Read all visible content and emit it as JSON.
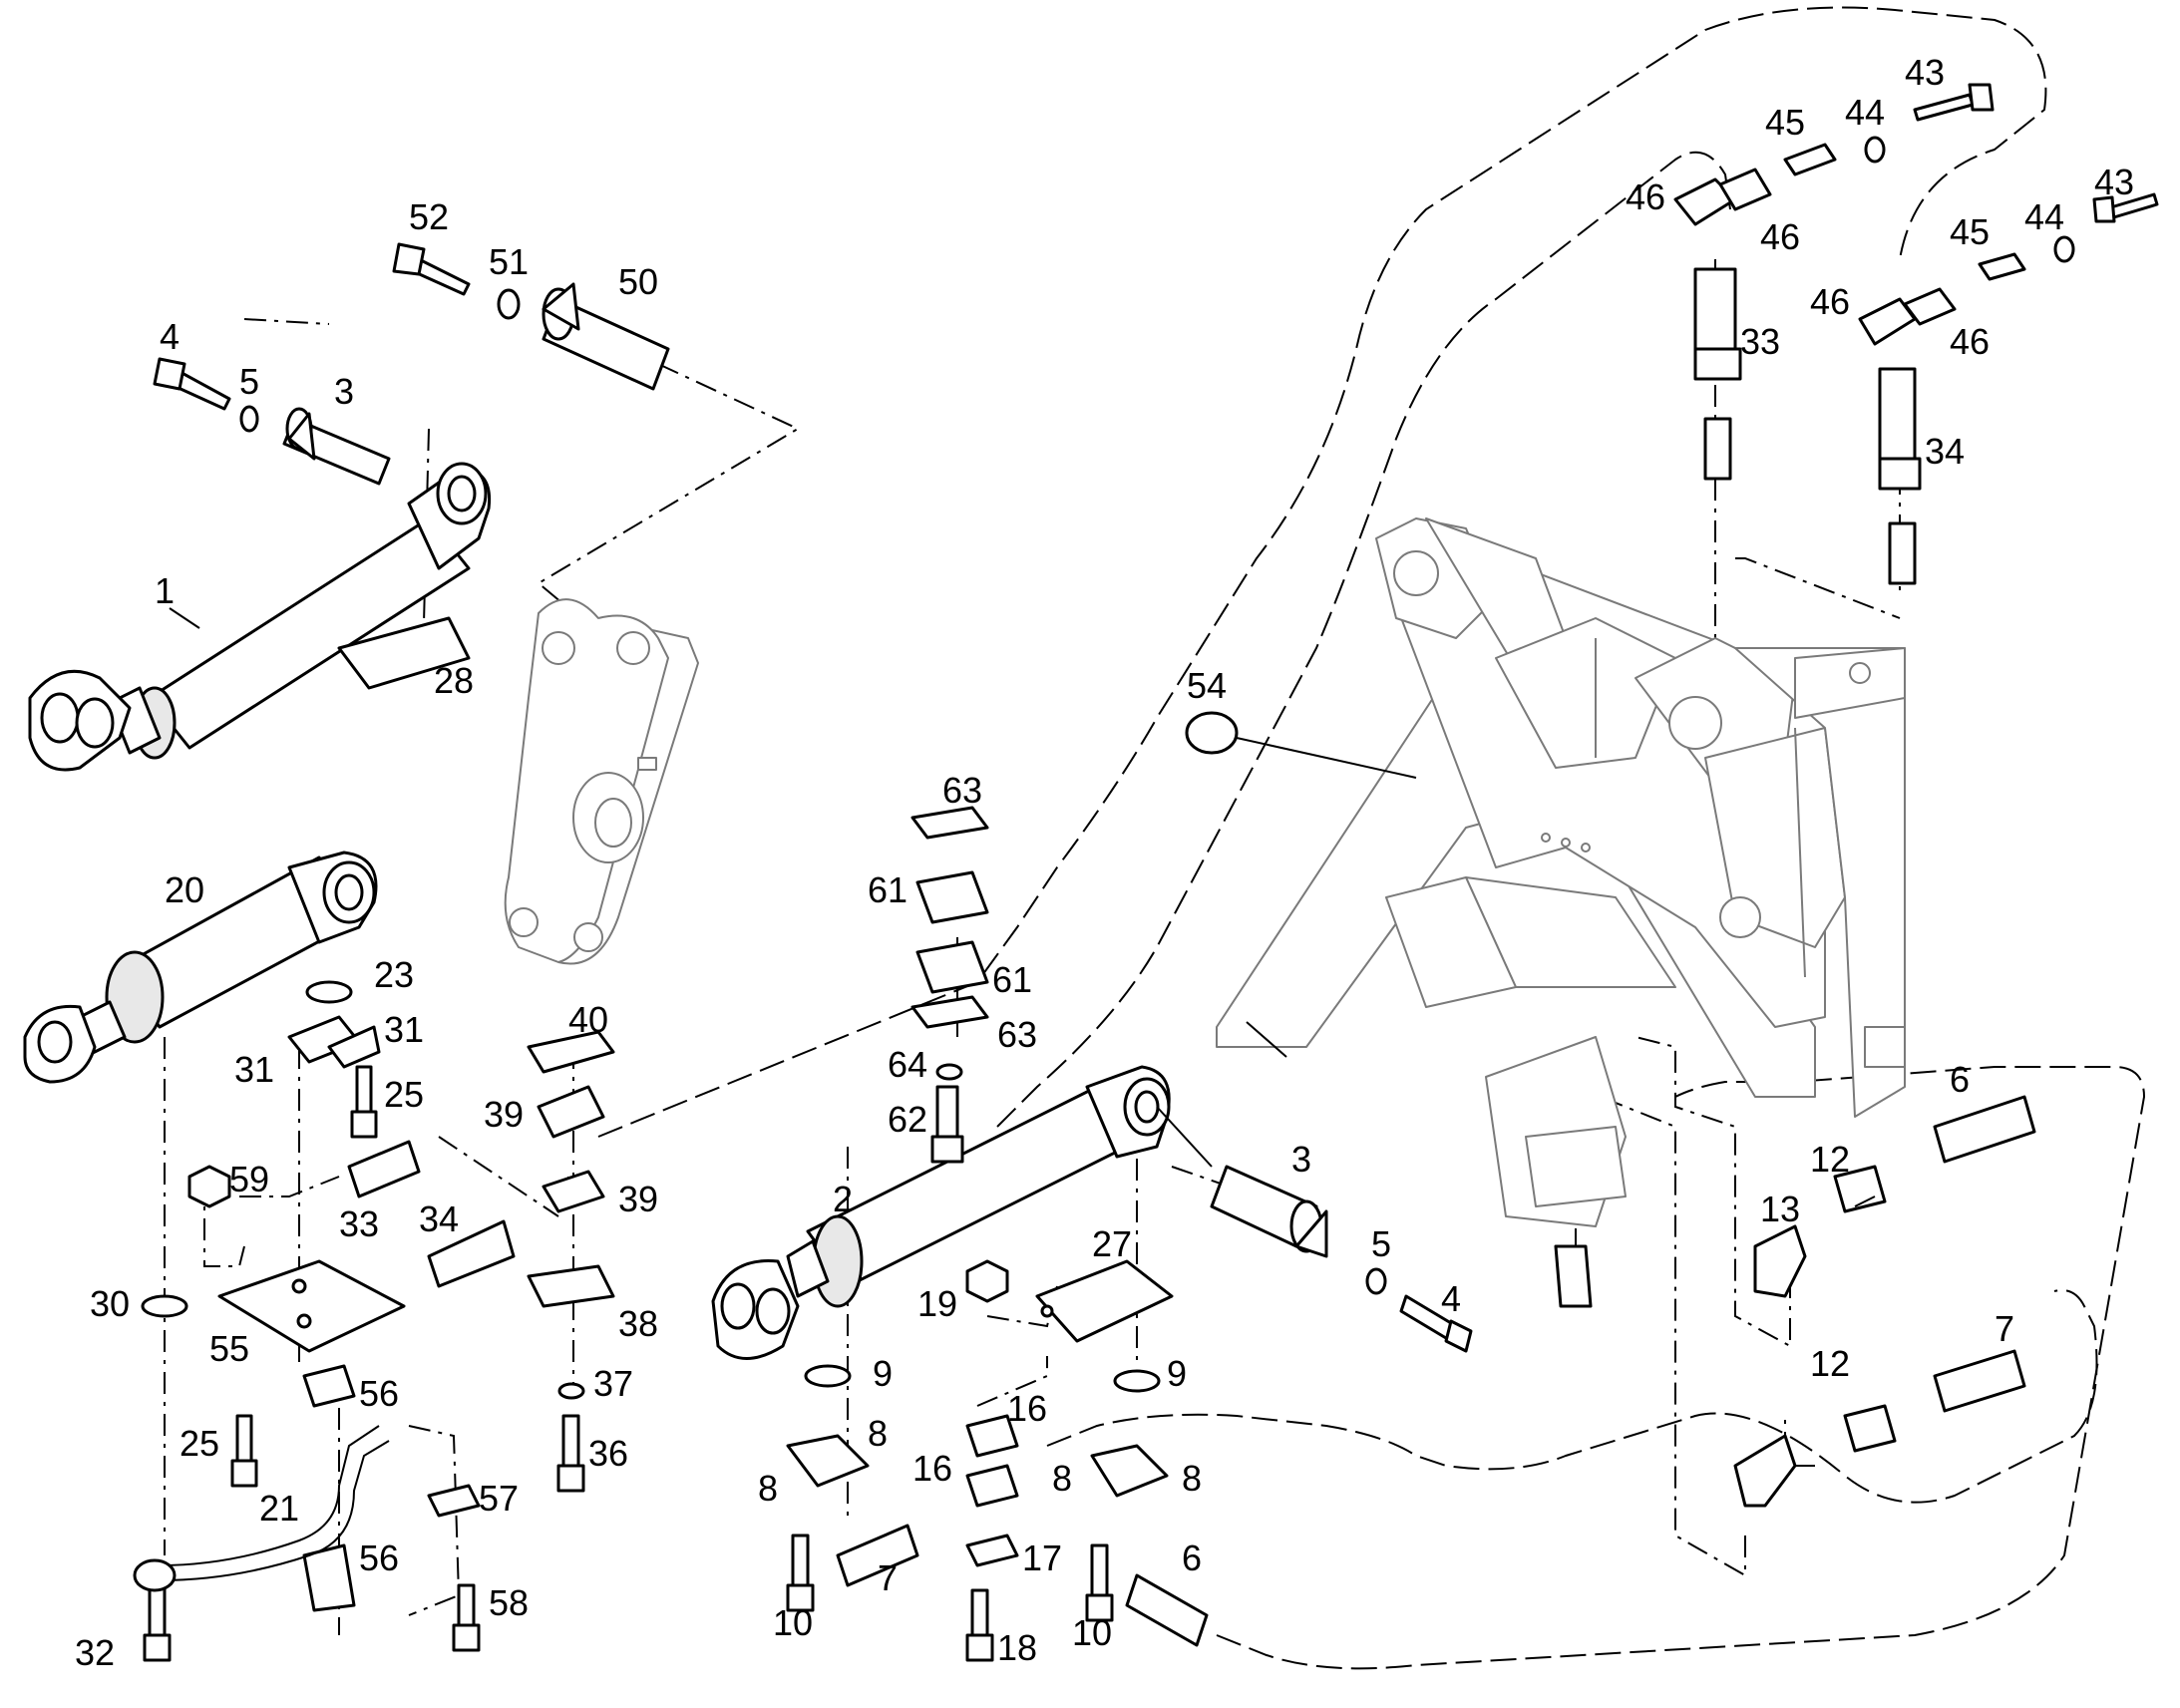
{
  "callouts": [
    {
      "id": "c1",
      "text": "1"
    },
    {
      "id": "c2",
      "text": "2"
    },
    {
      "id": "c3a",
      "text": "3"
    },
    {
      "id": "c3b",
      "text": "3"
    },
    {
      "id": "c4a",
      "text": "4"
    },
    {
      "id": "c4b",
      "text": "4"
    },
    {
      "id": "c5a",
      "text": "5"
    },
    {
      "id": "c5b",
      "text": "5"
    },
    {
      "id": "c6a",
      "text": "6"
    },
    {
      "id": "c6b",
      "text": "6"
    },
    {
      "id": "c7a",
      "text": "7"
    },
    {
      "id": "c7b",
      "text": "7"
    },
    {
      "id": "c8a",
      "text": "8"
    },
    {
      "id": "c8b",
      "text": "8"
    },
    {
      "id": "c8c",
      "text": "8"
    },
    {
      "id": "c8d",
      "text": "8"
    },
    {
      "id": "c9a",
      "text": "9"
    },
    {
      "id": "c9b",
      "text": "9"
    },
    {
      "id": "c10a",
      "text": "10"
    },
    {
      "id": "c10b",
      "text": "10"
    },
    {
      "id": "c12a",
      "text": "12"
    },
    {
      "id": "c12b",
      "text": "12"
    },
    {
      "id": "c13",
      "text": "13"
    },
    {
      "id": "c16a",
      "text": "16"
    },
    {
      "id": "c16b",
      "text": "16"
    },
    {
      "id": "c17",
      "text": "17"
    },
    {
      "id": "c18",
      "text": "18"
    },
    {
      "id": "c19",
      "text": "19"
    },
    {
      "id": "c20",
      "text": "20"
    },
    {
      "id": "c21",
      "text": "21"
    },
    {
      "id": "c23",
      "text": "23"
    },
    {
      "id": "c25a",
      "text": "25"
    },
    {
      "id": "c25b",
      "text": "25"
    },
    {
      "id": "c27",
      "text": "27"
    },
    {
      "id": "c28",
      "text": "28"
    },
    {
      "id": "c30",
      "text": "30"
    },
    {
      "id": "c31a",
      "text": "31"
    },
    {
      "id": "c31b",
      "text": "31"
    },
    {
      "id": "c32",
      "text": "32"
    },
    {
      "id": "c33a",
      "text": "33"
    },
    {
      "id": "c33b",
      "text": "33"
    },
    {
      "id": "c34a",
      "text": "34"
    },
    {
      "id": "c34b",
      "text": "34"
    },
    {
      "id": "c36",
      "text": "36"
    },
    {
      "id": "c37",
      "text": "37"
    },
    {
      "id": "c38",
      "text": "38"
    },
    {
      "id": "c39a",
      "text": "39"
    },
    {
      "id": "c39b",
      "text": "39"
    },
    {
      "id": "c40",
      "text": "40"
    },
    {
      "id": "c43a",
      "text": "43"
    },
    {
      "id": "c43b",
      "text": "43"
    },
    {
      "id": "c44a",
      "text": "44"
    },
    {
      "id": "c44b",
      "text": "44"
    },
    {
      "id": "c45a",
      "text": "45"
    },
    {
      "id": "c45b",
      "text": "45"
    },
    {
      "id": "c46a",
      "text": "46"
    },
    {
      "id": "c46b",
      "text": "46"
    },
    {
      "id": "c46c",
      "text": "46"
    },
    {
      "id": "c46d",
      "text": "46"
    },
    {
      "id": "c50",
      "text": "50"
    },
    {
      "id": "c51",
      "text": "51"
    },
    {
      "id": "c52",
      "text": "52"
    },
    {
      "id": "c54",
      "text": "54"
    },
    {
      "id": "c55",
      "text": "55"
    },
    {
      "id": "c56a",
      "text": "56"
    },
    {
      "id": "c56b",
      "text": "56"
    },
    {
      "id": "c57",
      "text": "57"
    },
    {
      "id": "c58",
      "text": "58"
    },
    {
      "id": "c59",
      "text": "59"
    },
    {
      "id": "c61a",
      "text": "61"
    },
    {
      "id": "c61b",
      "text": "61"
    },
    {
      "id": "c62",
      "text": "62"
    },
    {
      "id": "c63a",
      "text": "63"
    },
    {
      "id": "c63b",
      "text": "63"
    },
    {
      "id": "c64",
      "text": "64"
    }
  ]
}
